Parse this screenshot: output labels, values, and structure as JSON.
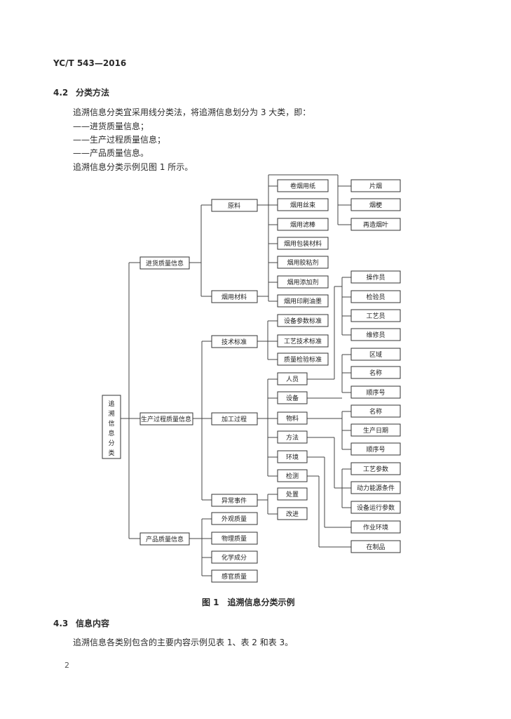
{
  "header": {
    "doc_code": "YC/T 543—2016"
  },
  "section_4_2": {
    "number": "4.2",
    "title": "分类方法",
    "intro": "追溯信息分类宜采用线分类法，将追溯信息划分为 3 大类，即：",
    "items": [
      "——进货质量信息；",
      "——生产过程质量信息；",
      "——产品质量信息。"
    ],
    "figure_ref": "追溯信息分类示例见图 1 所示。"
  },
  "figure": {
    "caption": "图 1　追溯信息分类示例",
    "root": "追溯信息分类",
    "level1": [
      "进货质量信息",
      "生产过程质量信息",
      "产品质量信息"
    ],
    "level2": {
      "jinhuo": [
        "原料",
        "烟用材料"
      ],
      "shengchan": [
        "技术标准",
        "加工过程",
        "异常事件"
      ],
      "chanpin": [
        "外观质量",
        "物理质量",
        "化学成分",
        "感官质量"
      ]
    },
    "level3": {
      "materials": [
        "卷烟用纸",
        "烟用丝束",
        "烟用滤棒",
        "烟用包装材料",
        "烟用胶粘剂",
        "烟用添加剂",
        "烟用印刷油墨"
      ],
      "standards": [
        "设备参数标准",
        "工艺技术标准",
        "质量检验标准"
      ],
      "process": [
        "人员",
        "设备",
        "物料",
        "方法",
        "环境",
        "检测"
      ],
      "events": [
        "处置",
        "改进"
      ]
    },
    "level4": {
      "raw": [
        "片烟",
        "烟梗",
        "再造烟叶"
      ],
      "right": [
        "操作员",
        "检验员",
        "工艺员",
        "维修员",
        "区域",
        "名称",
        "顺序号",
        "名称",
        "生产日期",
        "顺序号",
        "工艺参数",
        "动力能源条件",
        "设备运行参数",
        "作业环境",
        "在制品"
      ]
    }
  },
  "section_4_3": {
    "number": "4.3",
    "title": "信息内容",
    "text": "追溯信息各类别包含的主要内容示例见表 1、表 2 和表 3。"
  },
  "footer": {
    "page_number": "2"
  }
}
